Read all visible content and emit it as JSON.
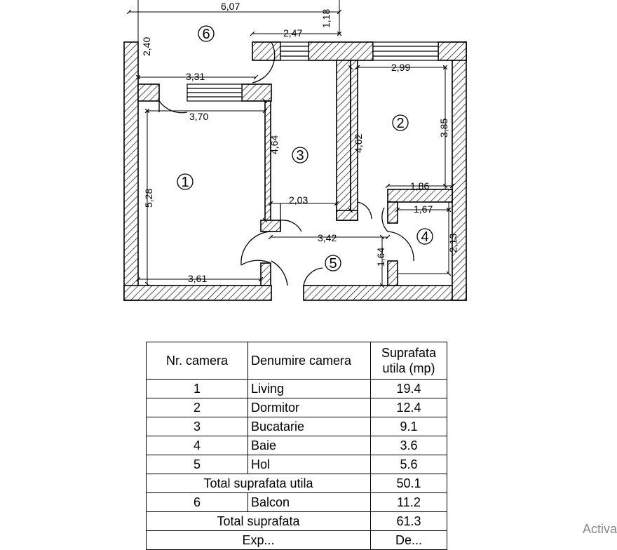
{
  "plan": {
    "dims": {
      "d607": "6,07",
      "d240": "2,40",
      "d247": "2,47",
      "d118": "1,18",
      "d331": "3,31",
      "d370": "3,70",
      "d299": "2,99",
      "d464": "4,64",
      "d462": "4,62",
      "d385": "3,85",
      "d528": "5,28",
      "d186": "1,86",
      "d203": "2,03",
      "d167": "1,67",
      "d342": "3,42",
      "d213": "2,13",
      "d164": "1,64",
      "d361": "3,61"
    },
    "rooms": {
      "r1": "1",
      "r2": "2",
      "r3": "3",
      "r4": "4",
      "r5": "5",
      "r6": "6"
    }
  },
  "table": {
    "headers": {
      "nr": "Nr. camera",
      "name": "Denumire camera",
      "area_l1": "Suprafata",
      "area_l2": "utila (mp)"
    },
    "rows": [
      {
        "nr": "1",
        "name": "Living",
        "area": "19.4"
      },
      {
        "nr": "2",
        "name": "Dormitor",
        "area": "12.4"
      },
      {
        "nr": "3",
        "name": "Bucatarie",
        "area": "9.1"
      },
      {
        "nr": "4",
        "name": "Baie",
        "area": "3.6"
      },
      {
        "nr": "5",
        "name": "Hol",
        "area": "5.6"
      }
    ],
    "total_util": {
      "label": "Total suprafata utila",
      "area": "50.1"
    },
    "balcony": {
      "nr": "6",
      "name": "Balcon",
      "area": "11.2"
    },
    "total": {
      "label": "Total suprafata",
      "area": "61.3"
    },
    "last_row": {
      "label": "Exp...",
      "area": "De..."
    }
  },
  "watermark": "Activa"
}
